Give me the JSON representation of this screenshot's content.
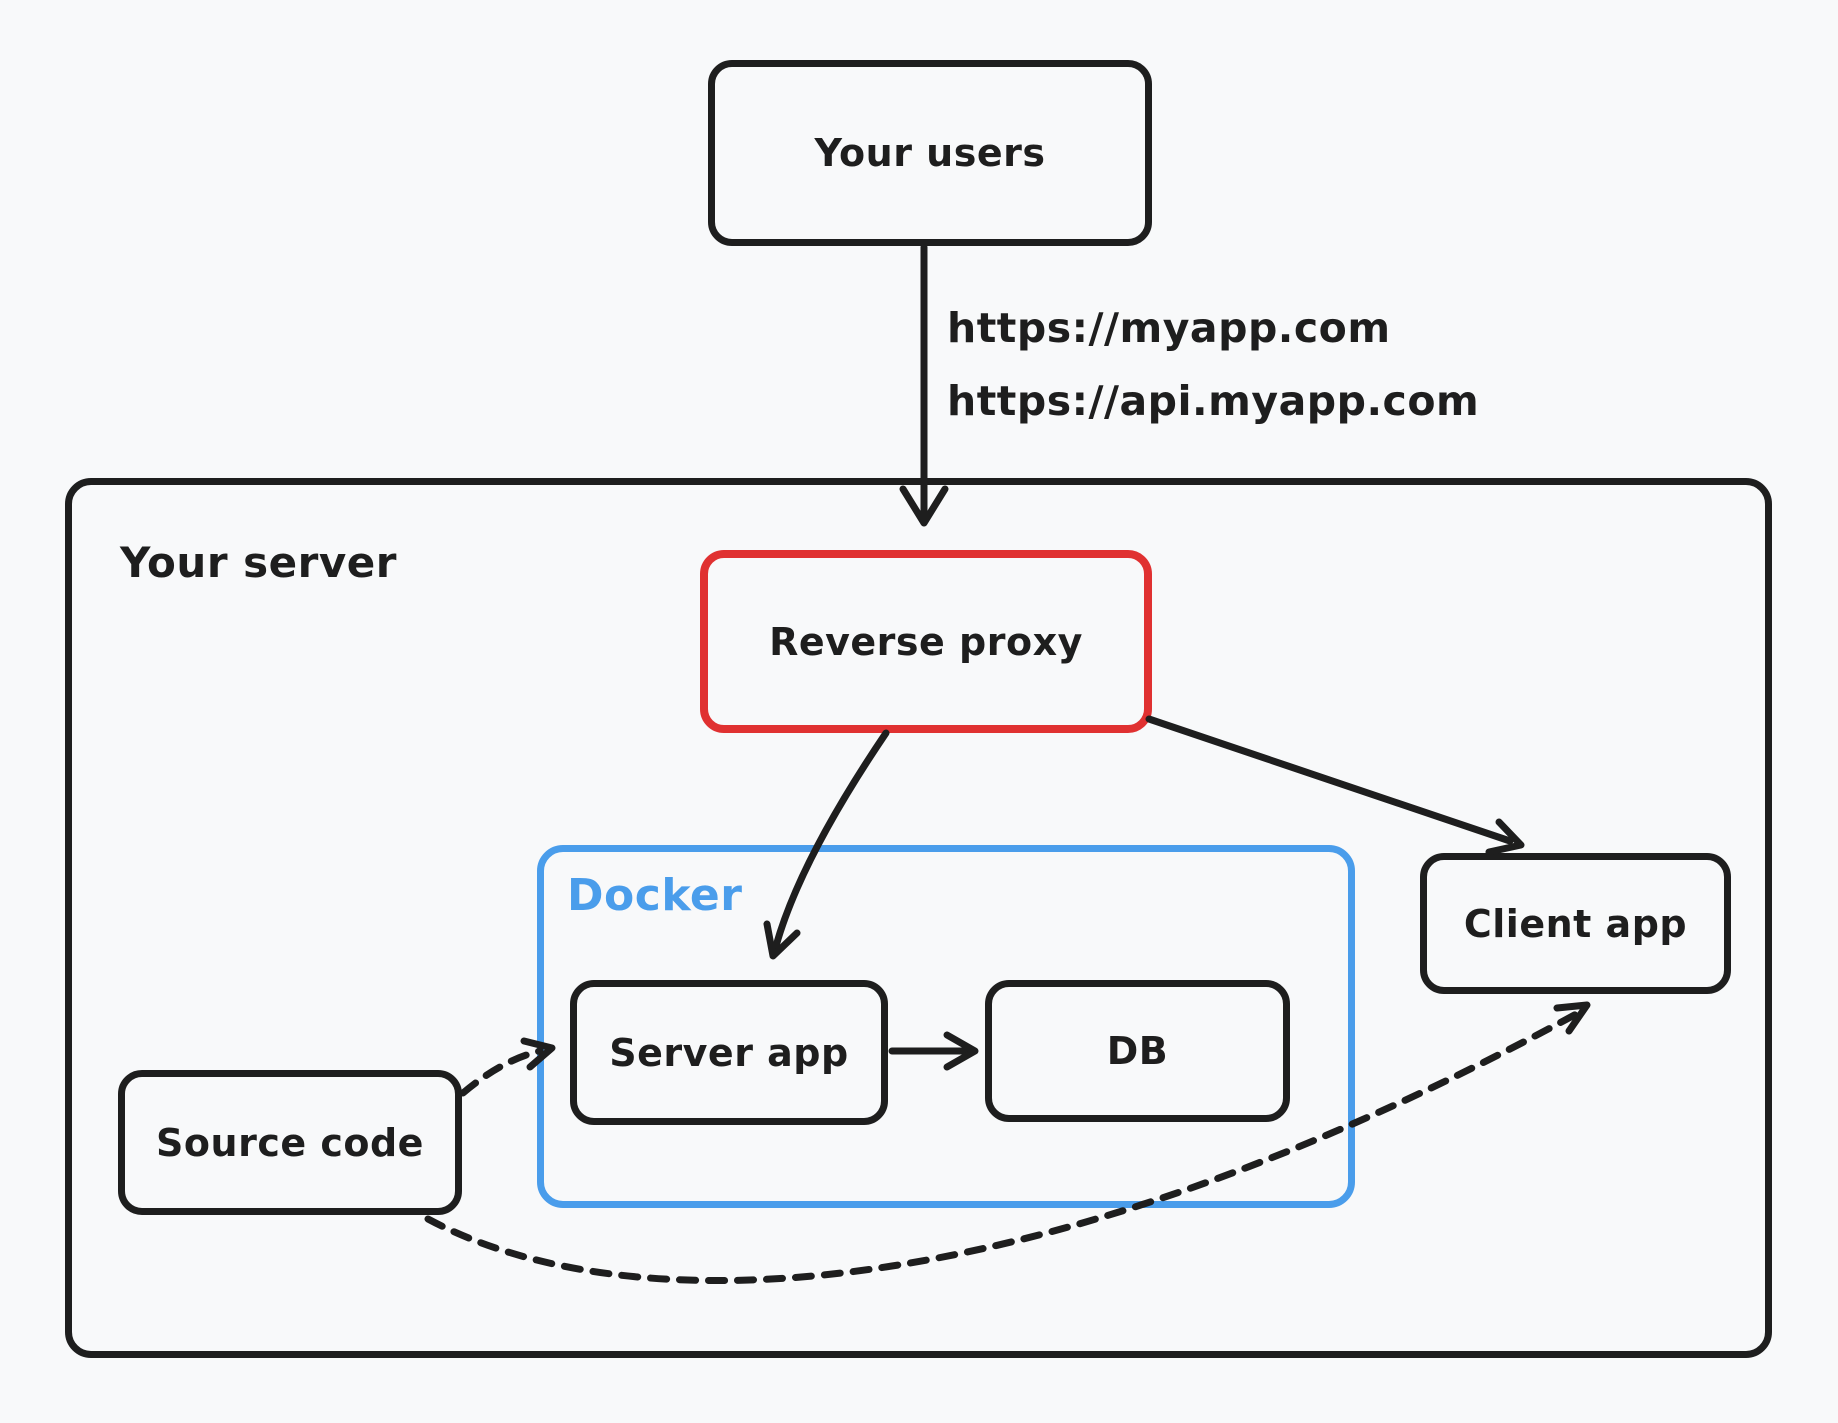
{
  "colors": {
    "bg": "#f8f9fa",
    "ink": "#1e1e1e",
    "red": "#e03131",
    "blue": "#4a9deb"
  },
  "nodes": {
    "your_users": {
      "label": "Your users"
    },
    "your_server": {
      "label": "Your server"
    },
    "reverse_proxy": {
      "label": "Reverse proxy"
    },
    "docker": {
      "label": "Docker"
    },
    "server_app": {
      "label": "Server app"
    },
    "db": {
      "label": "DB"
    },
    "client_app": {
      "label": "Client app"
    },
    "source_code": {
      "label": "Source code"
    }
  },
  "edge_labels": {
    "url_primary": "https://myapp.com",
    "url_api": "https://api.myapp.com"
  },
  "edges": [
    {
      "from": "your_users",
      "to": "reverse_proxy",
      "style": "solid-arrow",
      "labels": [
        "https://myapp.com",
        "https://api.myapp.com"
      ]
    },
    {
      "from": "reverse_proxy",
      "to": "server_app",
      "style": "solid-arrow"
    },
    {
      "from": "reverse_proxy",
      "to": "client_app",
      "style": "solid-arrow"
    },
    {
      "from": "server_app",
      "to": "db",
      "style": "solid-arrow"
    },
    {
      "from": "source_code",
      "to": "server_app",
      "style": "dashed-arrow"
    },
    {
      "from": "source_code",
      "to": "client_app",
      "style": "dashed-arrow"
    }
  ]
}
